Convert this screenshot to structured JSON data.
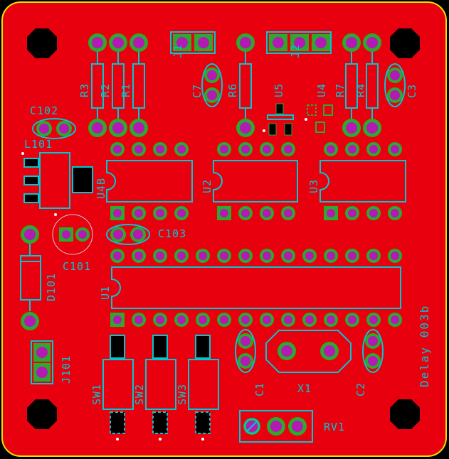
{
  "colors": {
    "board": "#e8000e",
    "outline": "#e6e600",
    "silkscreen": "#00c8d2",
    "pad": "#2fa82f",
    "hole": "#b319b3",
    "black": "#000000"
  },
  "labels": {
    "r3": "R3",
    "r2": "R2",
    "r1": "R1",
    "j1": "J1",
    "c7": "C7",
    "r6": "R6",
    "u5": "U5",
    "j2": "J2",
    "u4": "U4",
    "r7": "R7",
    "r4": "R4",
    "c3": "C3",
    "c102": "C102",
    "l101": "L101",
    "u4b": "U4B",
    "u2": "U2",
    "u3": "U3",
    "c103": "C103",
    "c101": "C101",
    "d101": "D101",
    "u1": "U1",
    "j101": "J101",
    "sw1": "SW1",
    "sw2": "SW2",
    "sw3": "SW3",
    "c1": "C1",
    "x1": "X1",
    "c2": "C2",
    "rv1": "RV1",
    "board_name": "Delay 003b"
  }
}
